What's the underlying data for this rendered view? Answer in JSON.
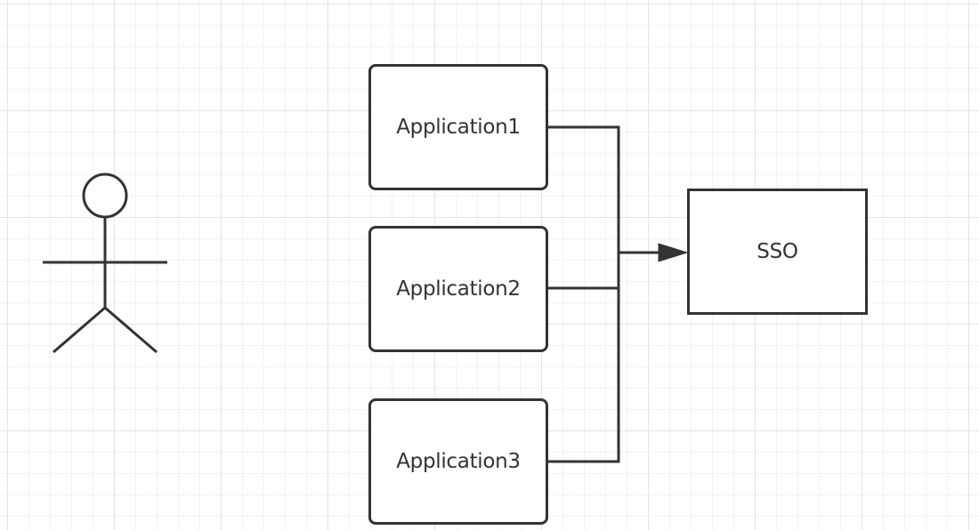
{
  "diagram": {
    "actor": {
      "label": ""
    },
    "applications": [
      {
        "label": "Application1"
      },
      {
        "label": "Application2"
      },
      {
        "label": "Application3"
      }
    ],
    "target": {
      "label": "SSO"
    },
    "colors": {
      "stroke": "#333333",
      "grid_major": "#e3e3e3",
      "grid_minor": "#f3f3f3",
      "background": "#ffffff"
    }
  }
}
